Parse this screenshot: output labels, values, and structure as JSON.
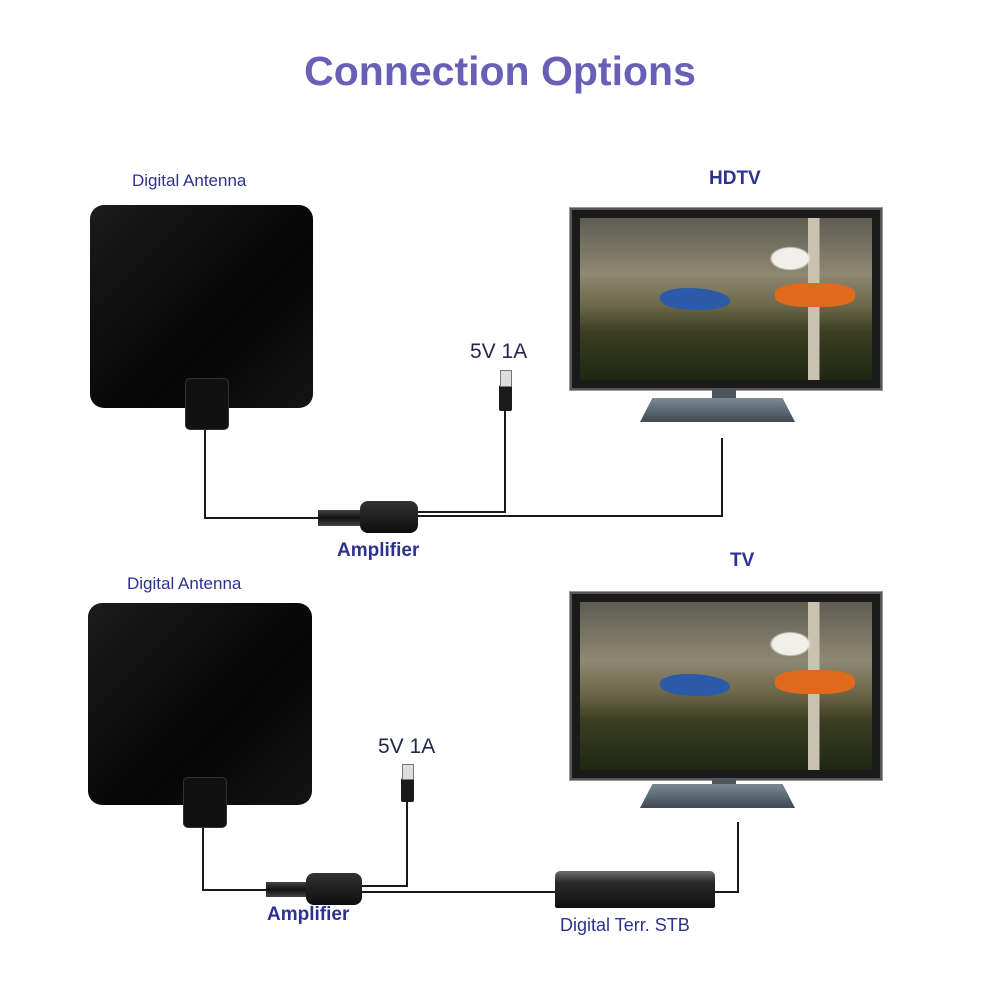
{
  "title": "Connection Options",
  "diagram1": {
    "antenna_label": "Digital Antenna",
    "power_label": "5V 1A",
    "amplifier_label": "Amplifier",
    "tv_label": "HDTV"
  },
  "diagram2": {
    "antenna_label": "Digital Antenna",
    "power_label": "5V 1A",
    "amplifier_label": "Amplifier",
    "tv_label": "TV",
    "stb_label": "Digital Terr. STB"
  },
  "colors": {
    "title": "#6a5fb6",
    "labels": "#2d3290"
  }
}
